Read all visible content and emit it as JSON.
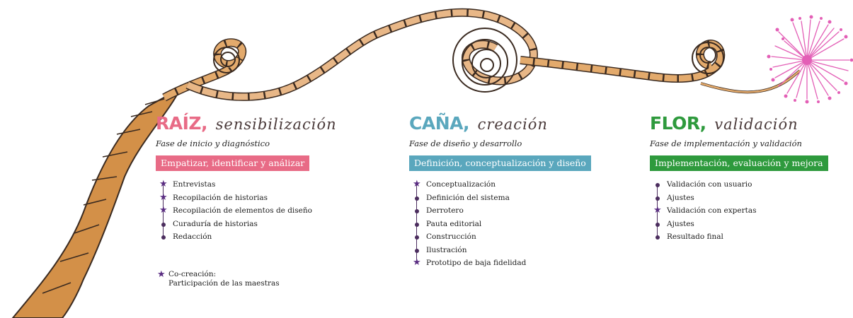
{
  "phases": [
    {
      "title": "RAÍZ",
      "script": "sensibilización",
      "subtitle": "Fase de inicio y diagnóstico",
      "banner": "Empatizar, identificar y análizar",
      "color": "#e86b86",
      "banner_color": "#e86b86",
      "items": [
        {
          "label": "Entrevistas",
          "cocreation": true
        },
        {
          "label": "Recopilación de historias",
          "cocreation": true
        },
        {
          "label": "Recopilación de elementos de diseño",
          "cocreation": true
        },
        {
          "label": "Curaduría de historias",
          "cocreation": false
        },
        {
          "label": "Redacción",
          "cocreation": false
        }
      ]
    },
    {
      "title": "CAÑA",
      "script": "creación",
      "subtitle": "Fase de diseño y desarrollo",
      "banner": "Definición, conceptualización y diseño",
      "color": "#5aa7bd",
      "banner_color": "#5aa7bd",
      "items": [
        {
          "label": "Conceptualización",
          "cocreation": true
        },
        {
          "label": "Definición del sistema",
          "cocreation": false
        },
        {
          "label": "Derrotero",
          "cocreation": false
        },
        {
          "label": "Pauta editorial",
          "cocreation": false
        },
        {
          "label": "Construcción",
          "cocreation": false
        },
        {
          "label": "Ilustración",
          "cocreation": false
        },
        {
          "label": "Prototipo de baja fidelidad",
          "cocreation": true
        }
      ]
    },
    {
      "title": "FLOR",
      "script": "validación",
      "subtitle": "Fase de implementación y validación",
      "banner": "Implementación, evaluación y mejora",
      "color": "#2e9a3d",
      "banner_color": "#2e9a3d",
      "items": [
        {
          "label": "Validación con usuario",
          "cocreation": false
        },
        {
          "label": "Ajustes",
          "cocreation": false
        },
        {
          "label": "Validación con expertas",
          "cocreation": true
        },
        {
          "label": "Ajustes",
          "cocreation": false
        },
        {
          "label": "Resultado final",
          "cocreation": false
        }
      ]
    }
  ],
  "legend": {
    "line1": "Co-creación:",
    "line2": "Participación de las maestras",
    "icon": "star-icon"
  },
  "colors": {
    "stem": "#d99a52",
    "stem_outline": "#3a2a20",
    "flower": "#e35fb6",
    "marker": "#4b2d5e",
    "star": "#5a2d82"
  }
}
